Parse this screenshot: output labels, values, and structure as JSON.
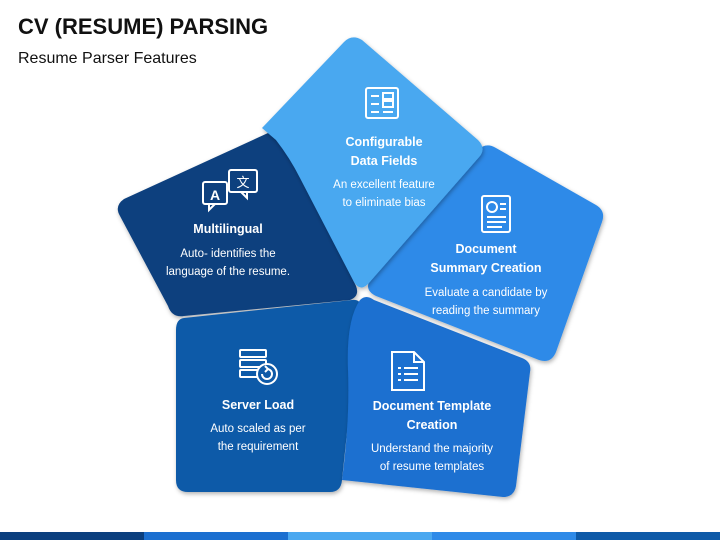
{
  "header": {
    "title": "CV (RESUME) PARSING",
    "subtitle": "Resume Parser Features"
  },
  "segments": [
    {
      "id": "configurable",
      "heading_lines": [
        "Configurable",
        "Data Fields"
      ],
      "desc_lines": [
        "An excellent feature",
        "to eliminate bias"
      ],
      "color": "#4aa8f0",
      "icon": "form-fields-icon"
    },
    {
      "id": "summary",
      "heading_lines": [
        "Document",
        "Summary Creation"
      ],
      "desc_lines": [
        "Evaluate a candidate by",
        "reading the summary"
      ],
      "color": "#2e8ae8",
      "icon": "resume-document-icon"
    },
    {
      "id": "template",
      "heading_lines": [
        "Document Template",
        "Creation"
      ],
      "desc_lines": [
        "Understand the majority",
        "of resume templates"
      ],
      "color": "#1b6fd0",
      "icon": "document-list-icon"
    },
    {
      "id": "server",
      "heading_lines": [
        "Server Load"
      ],
      "desc_lines": [
        "Auto scaled as per",
        "the requirement"
      ],
      "color": "#0e5aa8",
      "icon": "server-refresh-icon"
    },
    {
      "id": "multilingual",
      "heading_lines": [
        "Multilingual"
      ],
      "desc_lines": [
        "Auto- identifies the",
        "language of the resume."
      ],
      "color": "#0b3f7e",
      "icon": "translate-icon"
    }
  ],
  "bottom_bar_colors": [
    "#0b3f7e",
    "#1b6fd0",
    "#4aa8f0",
    "#2e8ae8",
    "#0e5aa8"
  ]
}
